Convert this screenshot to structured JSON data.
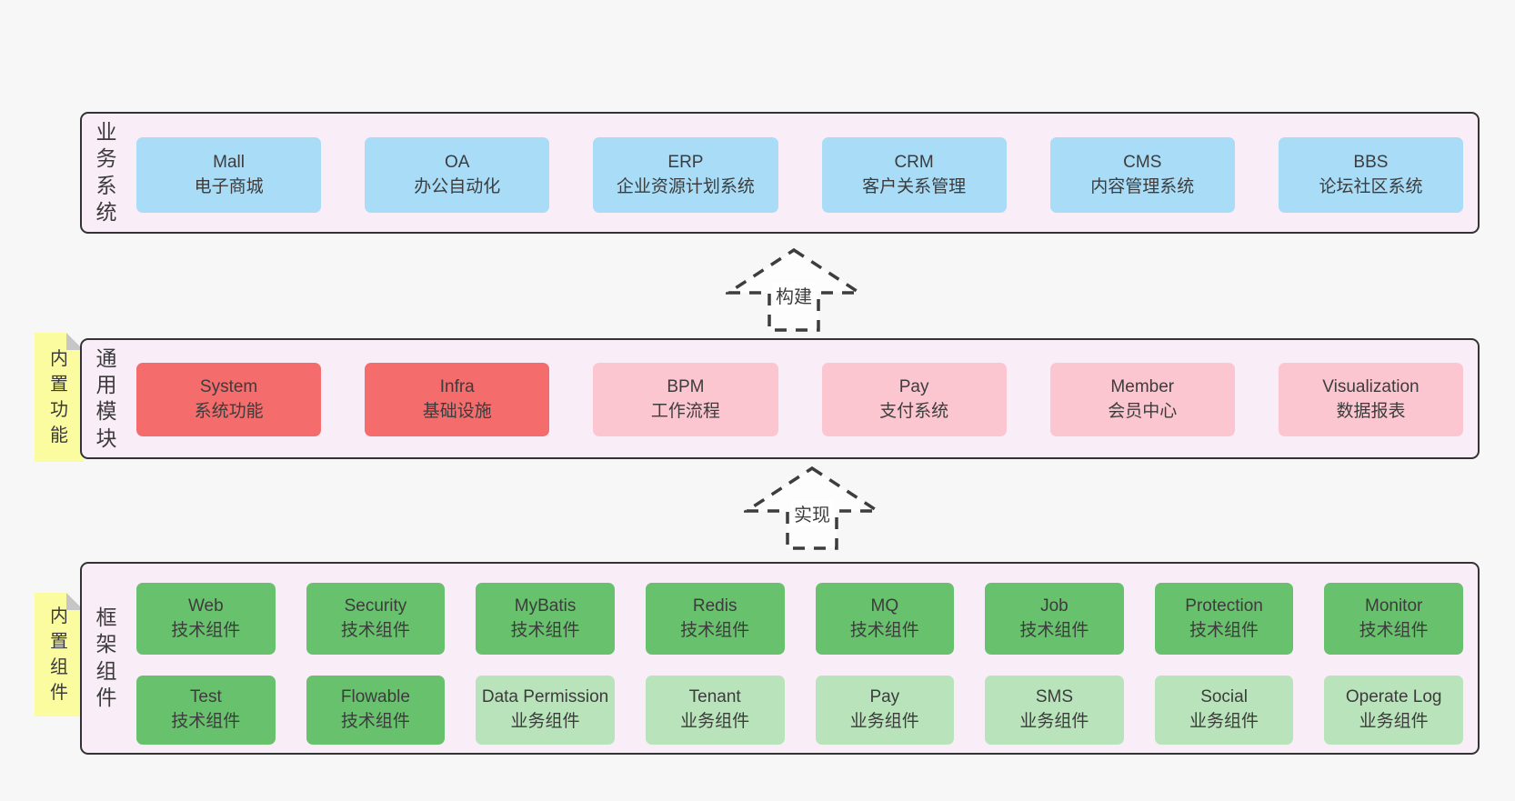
{
  "colors": {
    "page_bg": "#f7f7f7",
    "section_bg": "#f9edf8",
    "section_border": "#333333",
    "business_box": "#a9dcf6",
    "core_module_box": "#f56c6c",
    "optional_module_box": "#fcc6d0",
    "tech_component_box": "#68c16d",
    "biz_component_box": "#b9e3ba",
    "sticky_note": "#fbfb9f",
    "sticky_note_fold": "#c6c6c6",
    "text": "#3b3b3b"
  },
  "sections": {
    "business": {
      "label": "业务系统",
      "boxes": [
        {
          "title": "Mall",
          "subtitle": "电子商城"
        },
        {
          "title": "OA",
          "subtitle": "办公自动化"
        },
        {
          "title": "ERP",
          "subtitle": "企业资源计划系统"
        },
        {
          "title": "CRM",
          "subtitle": "客户关系管理"
        },
        {
          "title": "CMS",
          "subtitle": "内容管理系统"
        },
        {
          "title": "BBS",
          "subtitle": "论坛社区系统"
        }
      ]
    },
    "modules": {
      "label": "通用模块",
      "note": "内置功能",
      "boxes": [
        {
          "title": "System",
          "subtitle": "系统功能"
        },
        {
          "title": "Infra",
          "subtitle": "基础设施"
        },
        {
          "title": "BPM",
          "subtitle": "工作流程"
        },
        {
          "title": "Pay",
          "subtitle": "支付系统"
        },
        {
          "title": "Member",
          "subtitle": "会员中心"
        },
        {
          "title": "Visualization",
          "subtitle": "数据报表"
        }
      ]
    },
    "components": {
      "label": "框架组件",
      "note": "内置组件",
      "rows": [
        [
          {
            "title": "Web",
            "subtitle": "技术组件"
          },
          {
            "title": "Security",
            "subtitle": "技术组件"
          },
          {
            "title": "MyBatis",
            "subtitle": "技术组件"
          },
          {
            "title": "Redis",
            "subtitle": "技术组件"
          },
          {
            "title": "MQ",
            "subtitle": "技术组件"
          },
          {
            "title": "Job",
            "subtitle": "技术组件"
          },
          {
            "title": "Protection",
            "subtitle": "技术组件"
          },
          {
            "title": "Monitor",
            "subtitle": "技术组件"
          }
        ],
        [
          {
            "title": "Test",
            "subtitle": "技术组件"
          },
          {
            "title": "Flowable",
            "subtitle": "技术组件"
          },
          {
            "title": "Data Permission",
            "subtitle": "业务组件"
          },
          {
            "title": "Tenant",
            "subtitle": "业务组件"
          },
          {
            "title": "Pay",
            "subtitle": "业务组件"
          },
          {
            "title": "SMS",
            "subtitle": "业务组件"
          },
          {
            "title": "Social",
            "subtitle": "业务组件"
          },
          {
            "title": "Operate Log",
            "subtitle": "业务组件"
          }
        ]
      ]
    }
  },
  "arrows": [
    {
      "label": "构建"
    },
    {
      "label": "实现"
    }
  ]
}
